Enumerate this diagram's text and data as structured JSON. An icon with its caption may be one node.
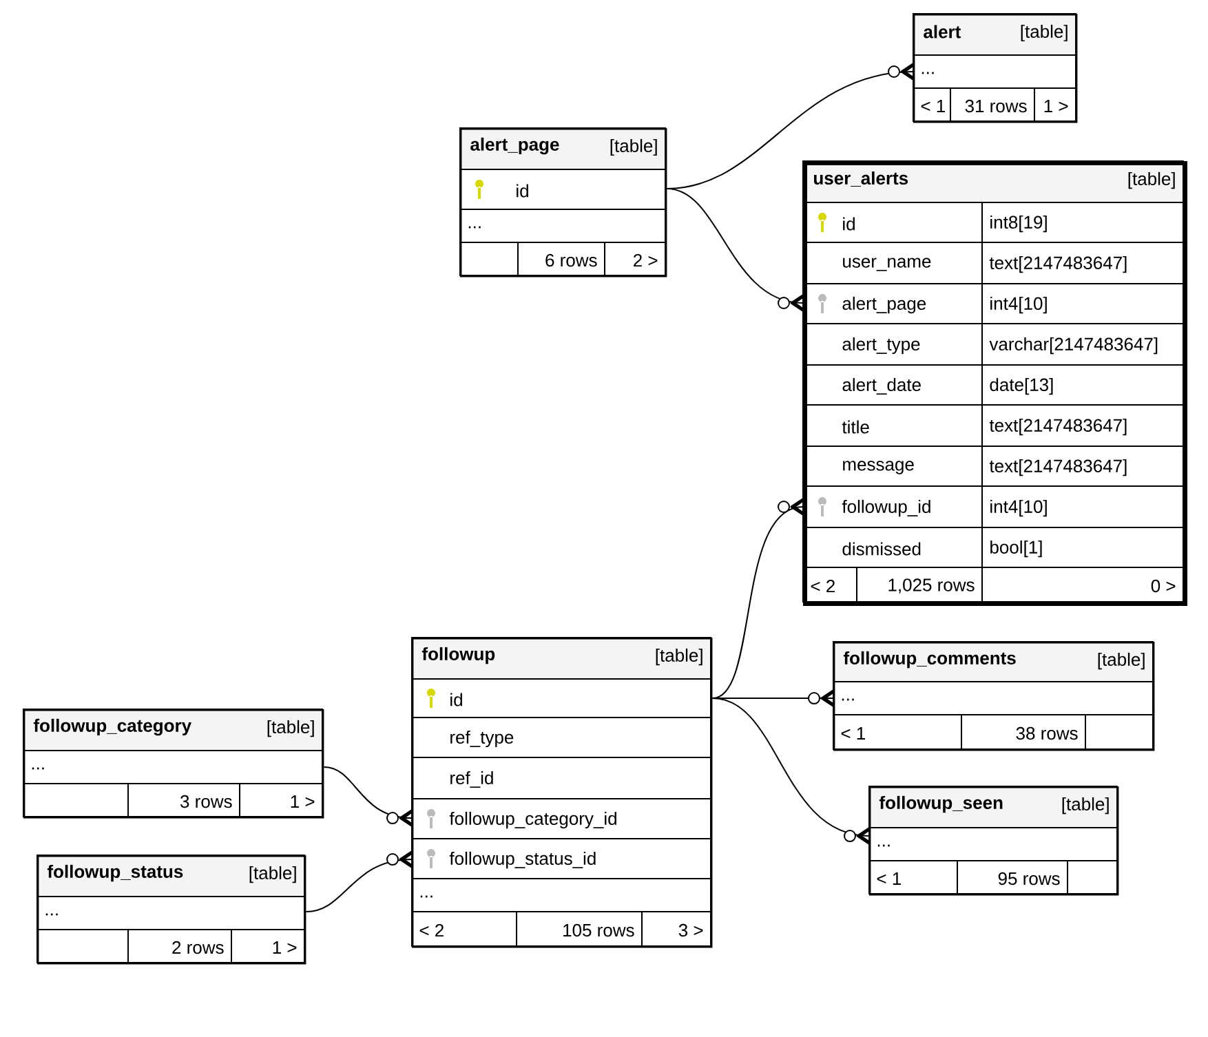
{
  "diagram": {
    "nodes": [
      {
        "text": [
          "alert",
          "[table]",
          "...",
          "< 1",
          "31 rows",
          "1 >"
        ]
      },
      {
        "text": [
          "alert_page",
          "[table]",
          "id",
          "...",
          "6 rows",
          "2 >"
        ]
      },
      {
        "text": [
          "user_alerts",
          "[table]",
          "id",
          "int8[19]",
          "user_name",
          "text[2147483647]",
          "alert_page",
          "int4[10]",
          "alert_type",
          "varchar[2147483647]",
          "alert_date",
          "date[13]",
          "title",
          "text[2147483647]",
          "message",
          "text[2147483647]",
          "followup_id",
          "int4[10]",
          "dismissed",
          "bool[1]",
          "< 2",
          "1,025 rows",
          "0 >"
        ]
      },
      {
        "text": [
          "followup",
          "[table]",
          "id",
          "ref_type",
          "ref_id",
          "followup_category_id",
          "followup_status_id",
          "...",
          "< 2",
          "105 rows",
          "3 >"
        ]
      },
      {
        "text": [
          "followup_comments",
          "[table]",
          "...",
          "< 1",
          "38 rows"
        ]
      },
      {
        "text": [
          "followup_category",
          "[table]",
          "...",
          "3 rows",
          "1 >"
        ]
      },
      {
        "text": [
          "followup_seen",
          "[table]",
          "...",
          "< 1",
          "95 rows"
        ]
      },
      {
        "text": [
          "followup_status",
          "[table]",
          "...",
          "2 rows",
          "1 >"
        ]
      }
    ],
    "edges": [
      {
        "from": 1,
        "to": 0,
        "arrow": "other"
      },
      {
        "from": 1,
        "to": 2,
        "arrow": "other"
      },
      {
        "from": 3,
        "to": 2,
        "arrow": "other"
      },
      {
        "from": 3,
        "to": 4,
        "arrow": "other"
      },
      {
        "from": 3,
        "to": 6,
        "arrow": "other"
      },
      {
        "from": 5,
        "to": 3,
        "arrow": "other"
      },
      {
        "from": 7,
        "to": 3,
        "arrow": "other"
      }
    ]
  }
}
